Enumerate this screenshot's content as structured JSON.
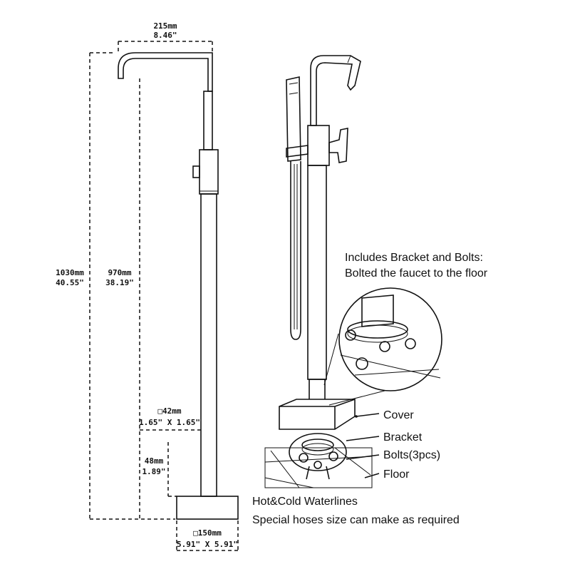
{
  "dimensions": {
    "spout_width_mm": "215mm",
    "spout_width_in": "8.46\"",
    "total_height_mm": "1030mm",
    "total_height_in": "40.55\"",
    "pipe_height_mm": "970mm",
    "pipe_height_in": "38.19\"",
    "pipe_section_mm": "□42mm",
    "pipe_section_in": "1.65\" X 1.65\"",
    "base_height_mm": "48mm",
    "base_height_in": "1.89\"",
    "base_size_mm": "□150mm",
    "base_size_in": "5.91\" X 5.91\""
  },
  "callouts": {
    "bracket_note_line1": "Includes Bracket and Bolts:",
    "bracket_note_line2": "Bolted the faucet to the floor",
    "cover": "Cover",
    "bracket": "Bracket",
    "bolts": "Bolts(3pcs)",
    "floor": "Floor",
    "waterlines": "Hot&Cold Waterlines",
    "hoses_note": "Special hoses size can make as required"
  }
}
